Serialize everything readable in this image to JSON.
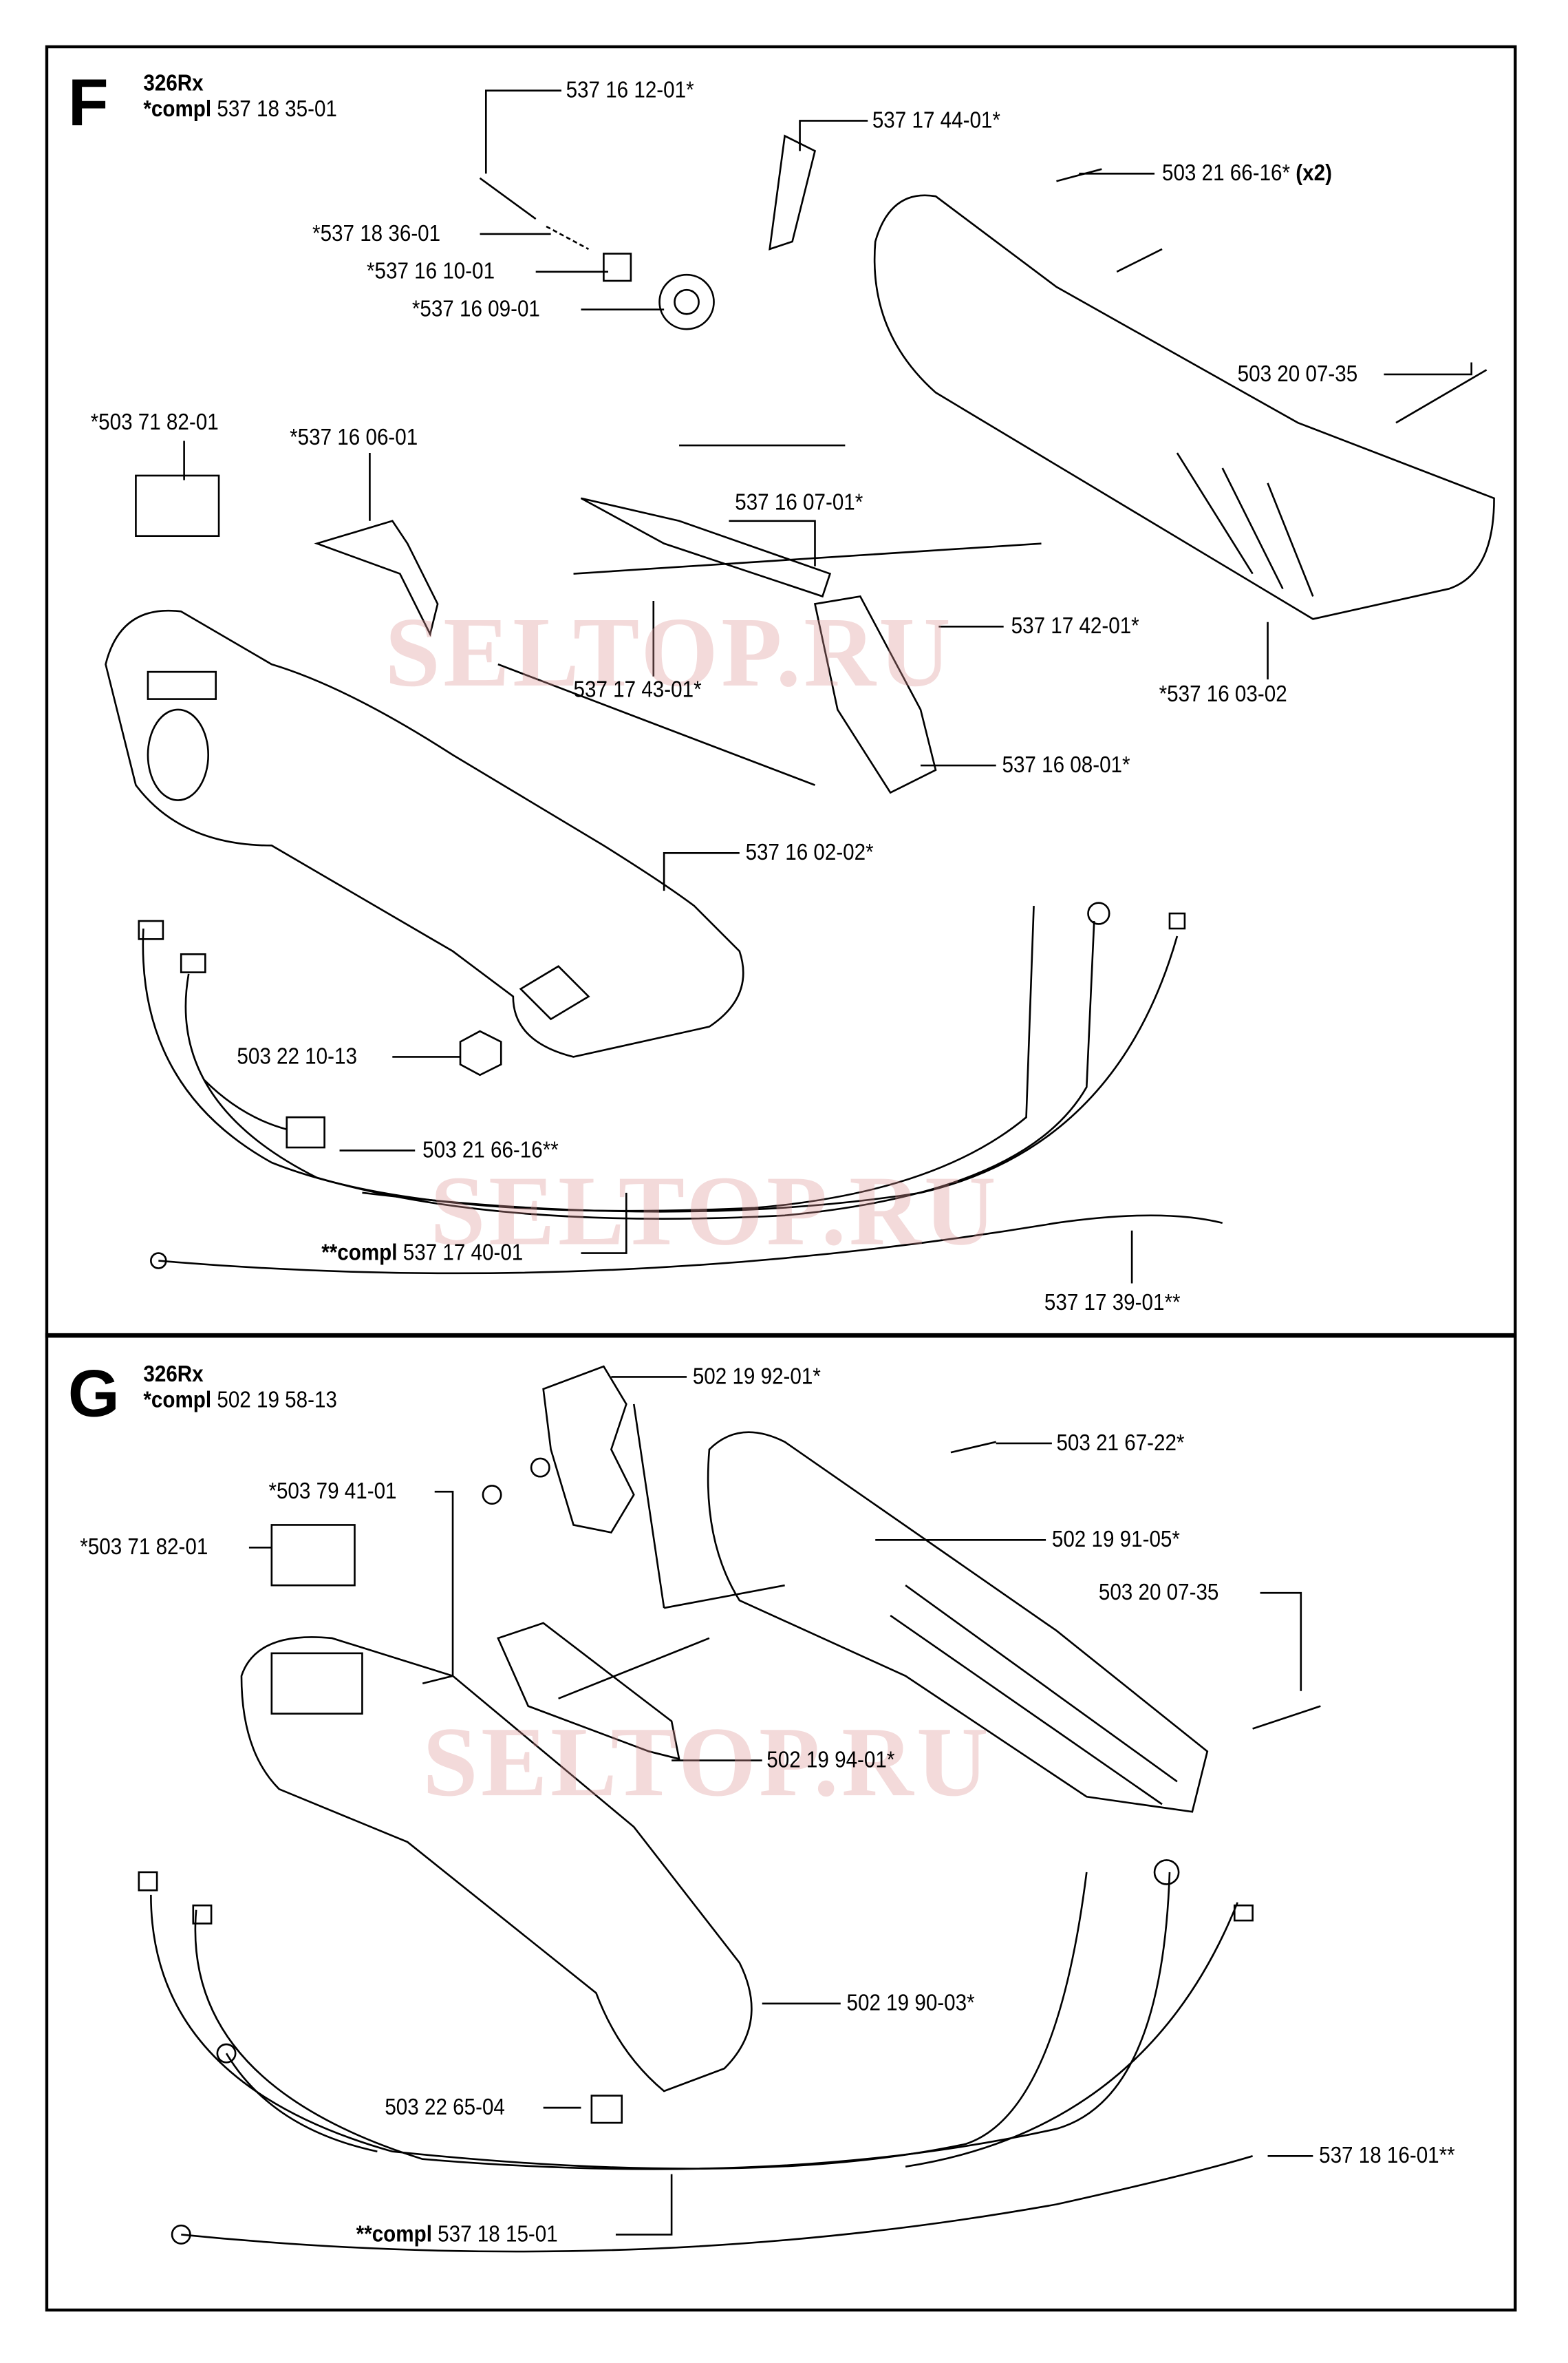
{
  "watermark": "SELTOP.RU",
  "section_f": {
    "letter": "F",
    "model": "326Rx",
    "compl_prefix": "*compl",
    "compl_number": "537 18 35-01",
    "parts": [
      "537 16 12-01*",
      "537 17 44-01*",
      "503 21 66-16*",
      "*537 18 36-01",
      "*537 16 10-01",
      "*537 16 09-01",
      "503 20 07-35",
      "*503 71 82-01",
      "*537 16 06-01",
      "537 16 07-01*",
      "537 17 42-01*",
      "537 17 43-01*",
      "*537 16 03-02",
      "537 16 08-01*",
      "537 16 02-02*",
      "503 22 10-13",
      "503 21 66-16**",
      "537 17 40-01",
      "537 17 39-01**"
    ],
    "qty_note": "(x2)",
    "kit_prefix": "**compl"
  },
  "section_g": {
    "letter": "G",
    "model": "326Rx",
    "compl_prefix": "*compl",
    "compl_number": "502 19 58-13",
    "parts": [
      "502 19 92-01*",
      "503 21 67-22*",
      "*503 79 41-01",
      "*503 71 82-01",
      "502 19 91-05*",
      "503 20 07-35",
      "502 19 94-01*",
      "502 19 90-03*",
      "503 22 65-04",
      "537 18 16-01**",
      "537 18 15-01"
    ],
    "kit_prefix": "**compl"
  }
}
